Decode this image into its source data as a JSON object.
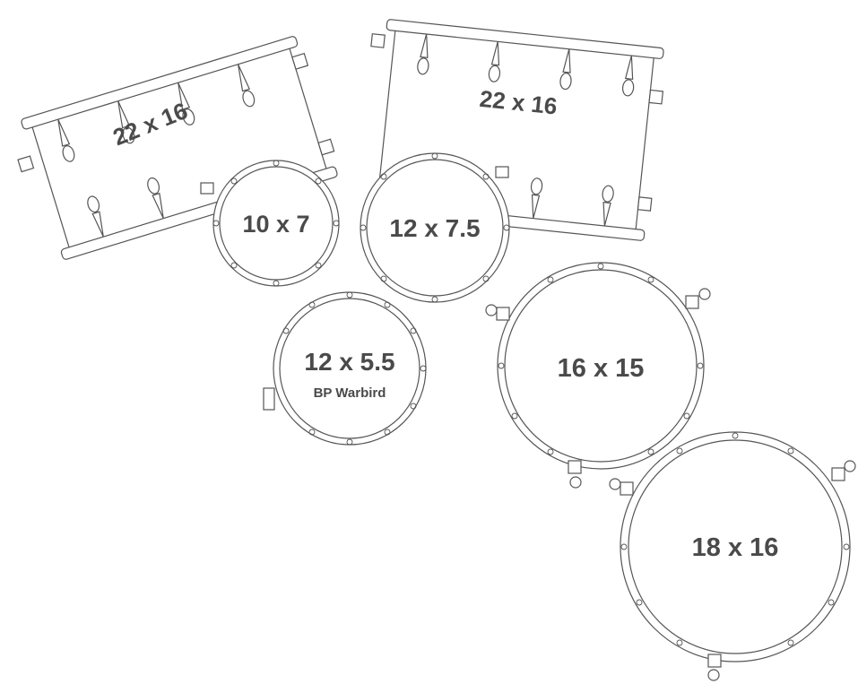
{
  "drums": [
    {
      "id": "bass-drum-1",
      "label": "22 x 16",
      "sublabel": ""
    },
    {
      "id": "bass-drum-2",
      "label": "22 x 16",
      "sublabel": ""
    },
    {
      "id": "tom-10",
      "label": "10 x 7",
      "sublabel": ""
    },
    {
      "id": "tom-12",
      "label": "12 x 7.5",
      "sublabel": ""
    },
    {
      "id": "snare-12",
      "label": "12 x 5.5",
      "sublabel": "BP Warbird"
    },
    {
      "id": "floor-tom-16",
      "label": "16 x 15",
      "sublabel": ""
    },
    {
      "id": "floor-tom-18",
      "label": "18 x 16",
      "sublabel": ""
    }
  ],
  "colors": {
    "line": "#555555",
    "text": "#4a4a4a",
    "background": "#ffffff"
  }
}
